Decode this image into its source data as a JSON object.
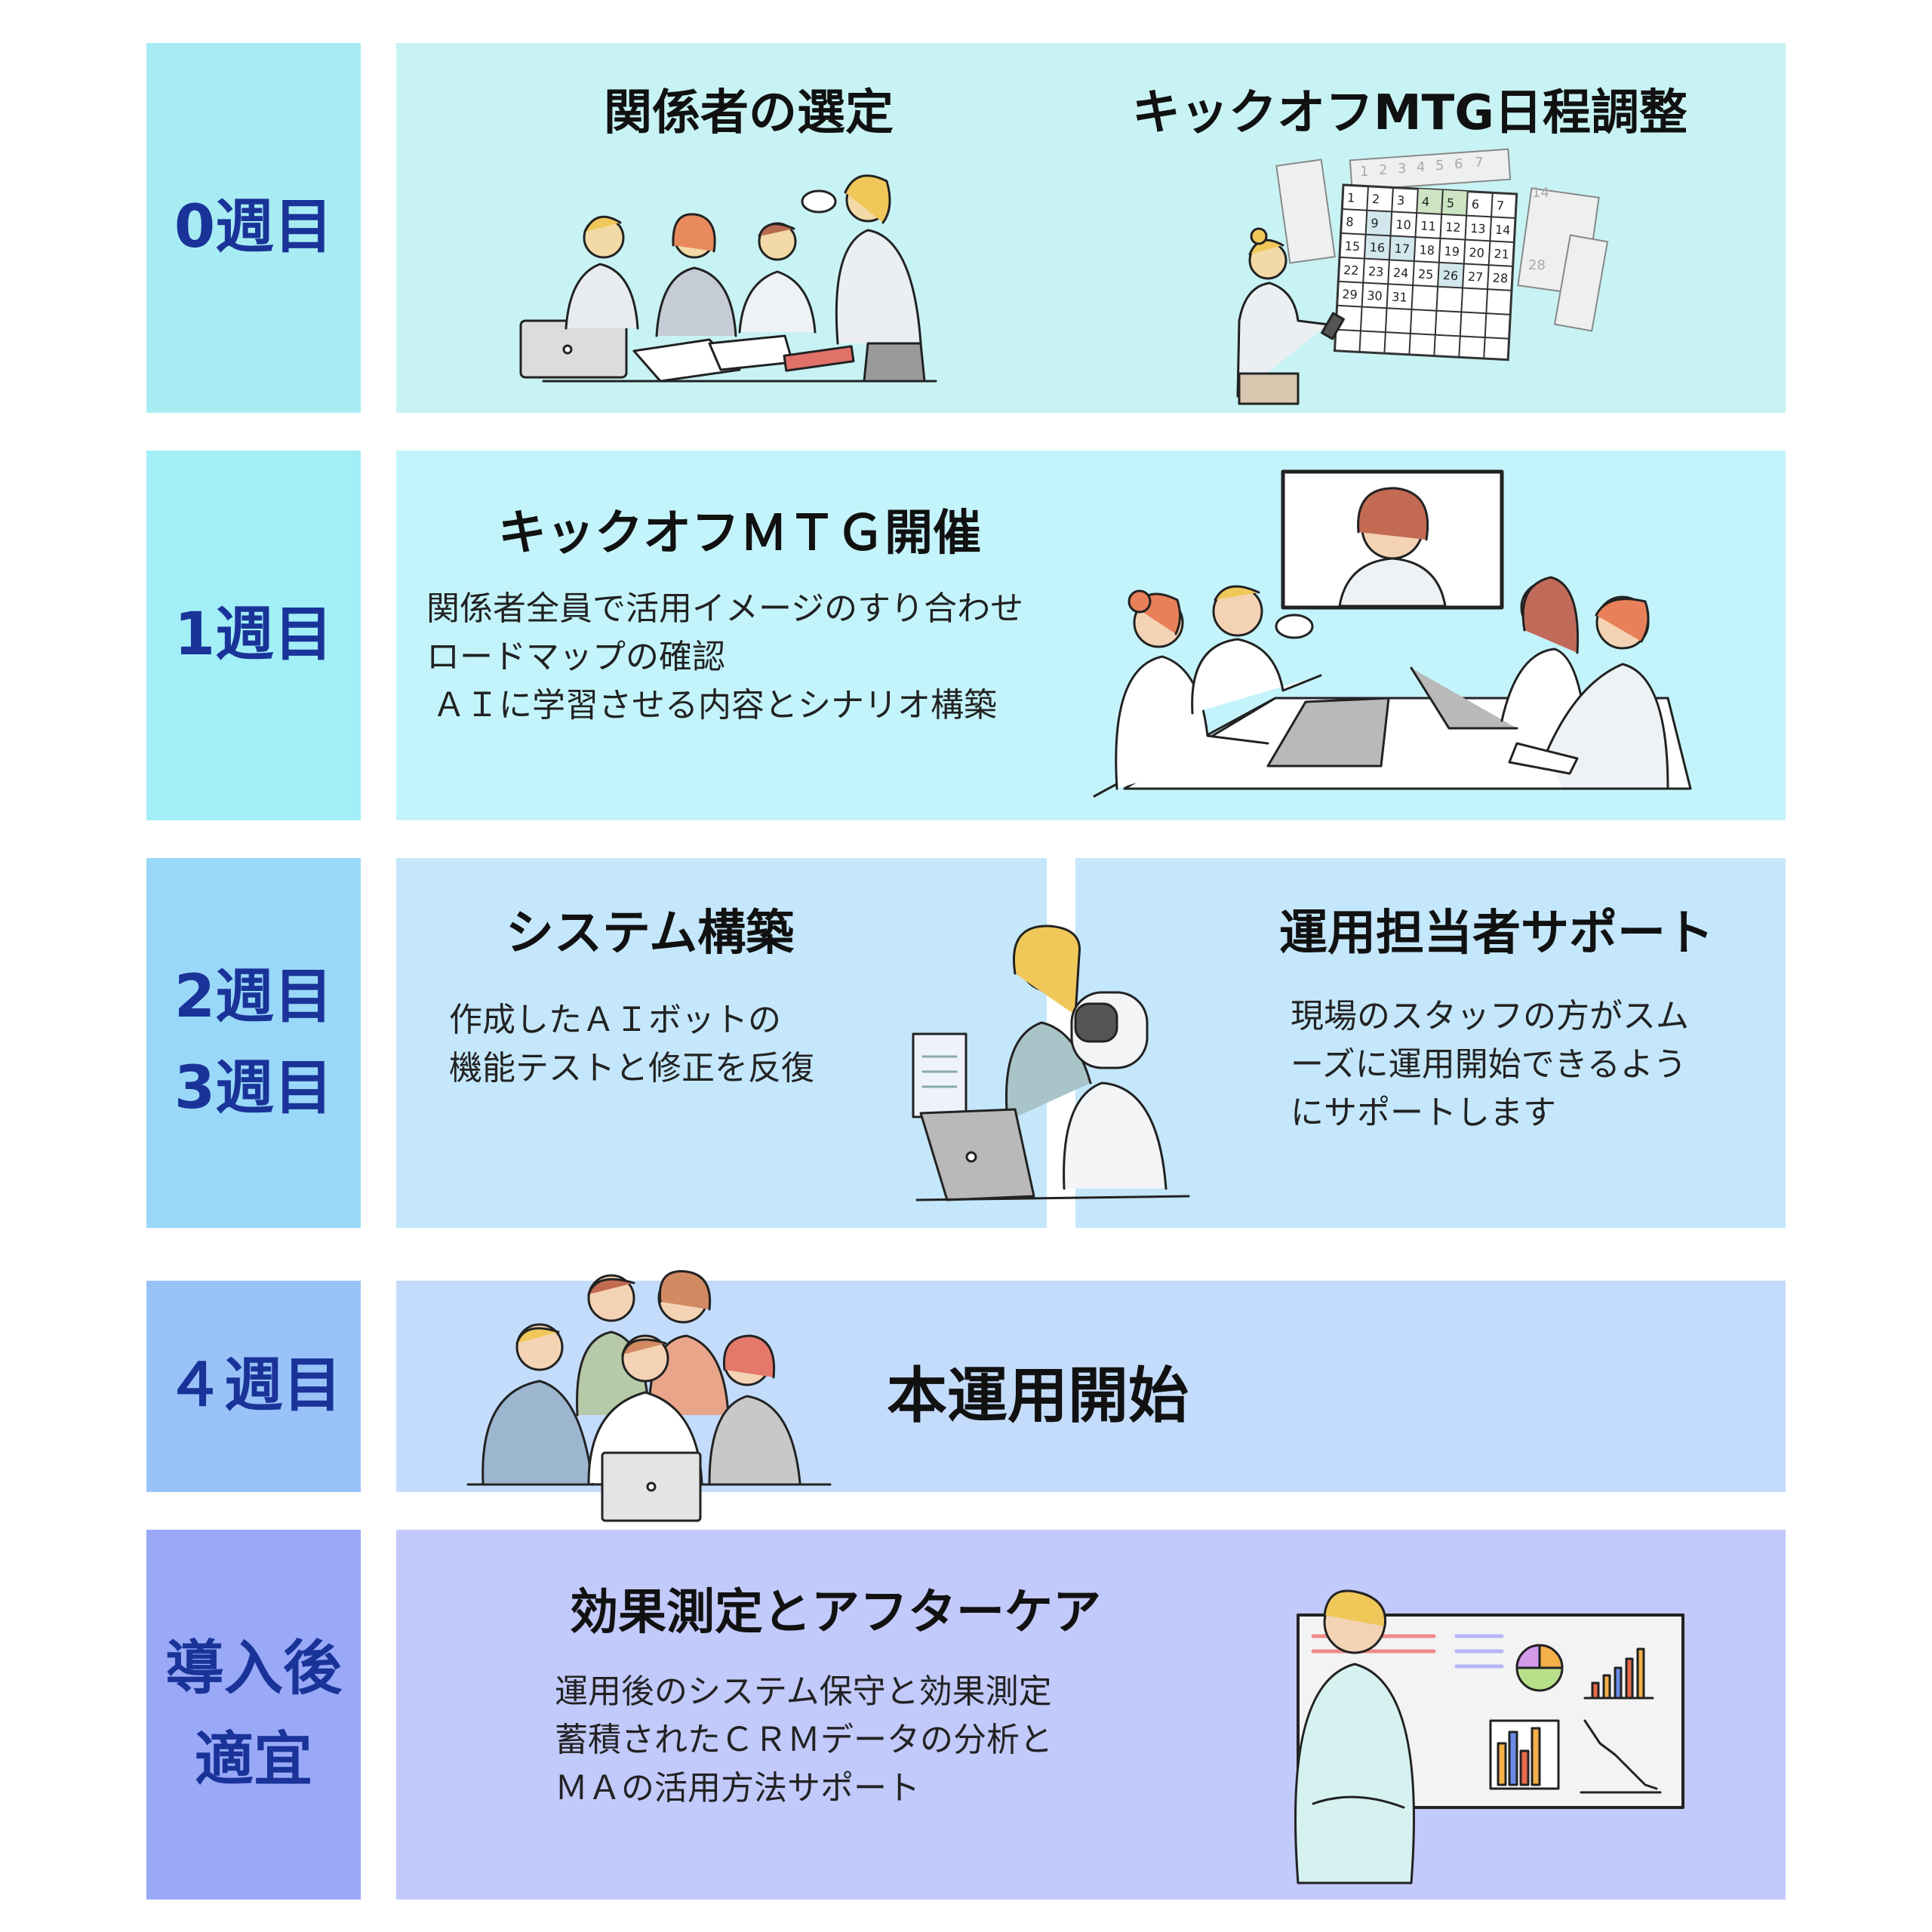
{
  "rows": [
    {
      "week": [
        "0週目"
      ],
      "titles": [
        "関係者の選定",
        "キックオフMTG日程調整"
      ]
    },
    {
      "week": [
        "1週目"
      ],
      "title": "キックオフＭＴＧ開催",
      "lines": [
        "関係者全員で活用イメージのすり合わせ",
        "ロードマップの確認",
        "ＡＩに学習させる内容とシナリオ構築"
      ]
    },
    {
      "week": [
        "2週目",
        "3週目"
      ],
      "left": {
        "title": "システム構築",
        "lines": [
          "作成したＡＩボットの",
          "機能テストと修正を反復"
        ]
      },
      "right": {
        "title": "運用担当者サポート",
        "lines": [
          "現場のスタッフの方がスム",
          "ーズに運用開始できるよう",
          "にサポートします"
        ]
      }
    },
    {
      "week": [
        "４週目"
      ],
      "title": "本運用開始"
    },
    {
      "week": [
        "導入後",
        "適宜"
      ],
      "title": "効果測定とアフターケア",
      "lines": [
        "運用後のシステム保守と効果測定",
        "蓄積されたＣＲＭデータの分析と",
        "ＭＡの活用方法サポート"
      ]
    }
  ],
  "calendar": {
    "front": [
      "1",
      "2",
      "3",
      "4",
      "5",
      "6",
      "7",
      "8",
      "9",
      "10",
      "11",
      "12",
      "13",
      "14",
      "15",
      "16",
      "17",
      "18",
      "19",
      "20",
      "21",
      "22",
      "23",
      "24",
      "25",
      "26",
      "27",
      "28",
      "29",
      "30",
      "31"
    ],
    "back": [
      "1",
      "2",
      "3",
      "4",
      "5",
      "6",
      "7",
      "14",
      "28"
    ]
  },
  "colors": {
    "week0": "#a7ecf3",
    "week1": "#a2eff7",
    "week2": "#99d8f8",
    "week4": "#99c3f8",
    "after": "#99a9f7",
    "content0": "#c8f3f4",
    "content1": "#c4f4fb",
    "content2": "#c4e7fb",
    "content4": "#c4dcfb",
    "after_content": "#c2c9fb",
    "week_text": "#1a3399"
  }
}
